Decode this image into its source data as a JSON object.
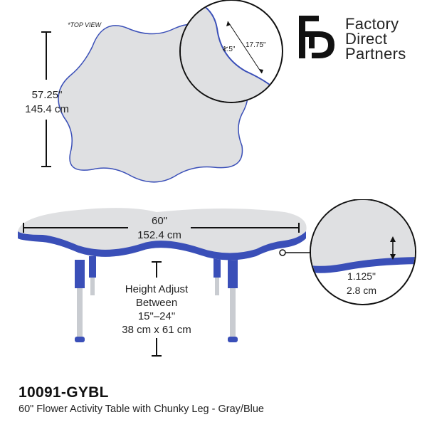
{
  "top_view": {
    "label": "*TOP VIEW",
    "height_in": "57.25\"",
    "height_cm": "145.4 cm"
  },
  "zoom_top": {
    "depth": "1.5\"",
    "arc": "17.75\""
  },
  "brand": {
    "line1": "Factory",
    "line2": "Direct",
    "line3": "Partners"
  },
  "side_view": {
    "width_in": "60\"",
    "width_cm": "152.4 cm",
    "height_line1": "Height Adjust",
    "height_line2": "Between",
    "height_line3": "15\"–24\"",
    "height_line4": "38 cm x 61 cm"
  },
  "zoom_edge": {
    "thickness_in": "1.125\"",
    "thickness_cm": "2.8 cm"
  },
  "product": {
    "sku": "10091-GYBL",
    "description": "60\" Flower Activity Table with Chunky Leg - Gray/Blue"
  },
  "colors": {
    "table_top": "#e3e4e6",
    "edge_blue": "#3a4fb8",
    "leg_chrome": "#c9ccd1",
    "text": "#222222"
  }
}
